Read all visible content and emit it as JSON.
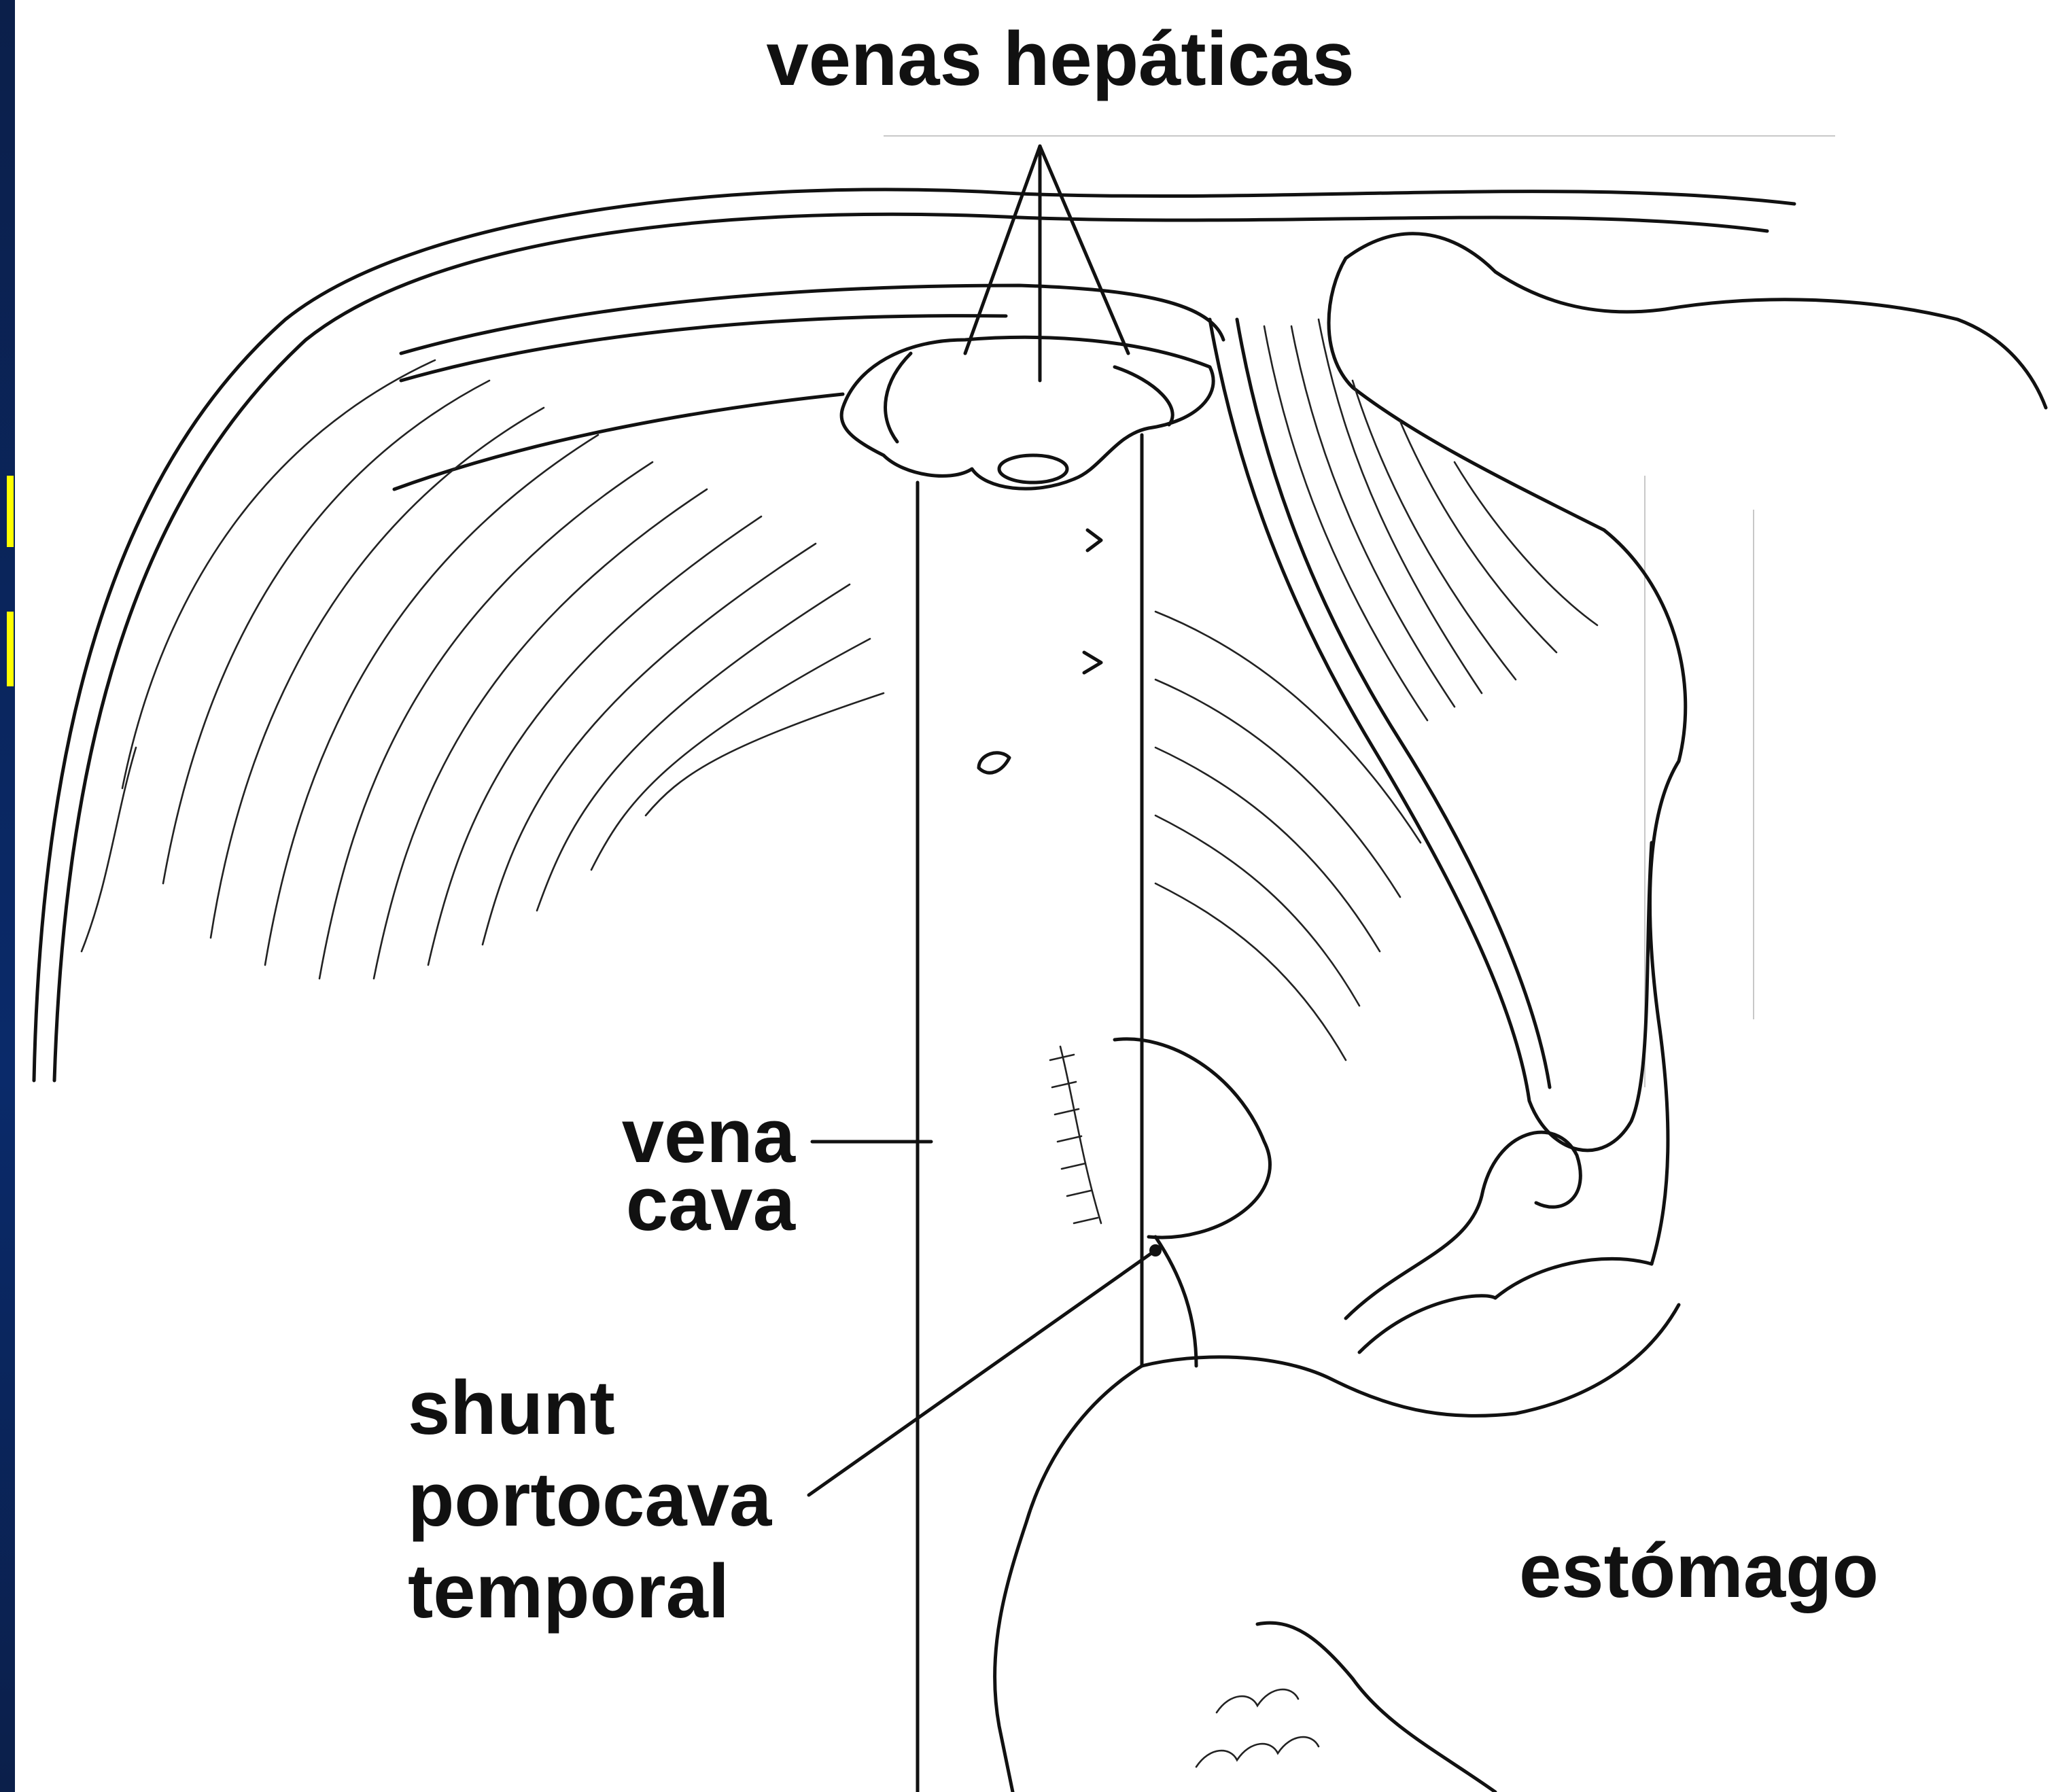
{
  "labels": {
    "hepatic_veins": "venas hepáticas",
    "vena_cava_line1": "vena",
    "vena_cava_line2": "cava",
    "shunt_line1": "shunt",
    "shunt_line2": "portocava",
    "shunt_line3": "temporal",
    "stomach": "estómago"
  },
  "colors": {
    "left_band": "#0b1f4a",
    "accent_marks": "#ffff00",
    "ink": "#111111",
    "background": "#ffffff"
  }
}
